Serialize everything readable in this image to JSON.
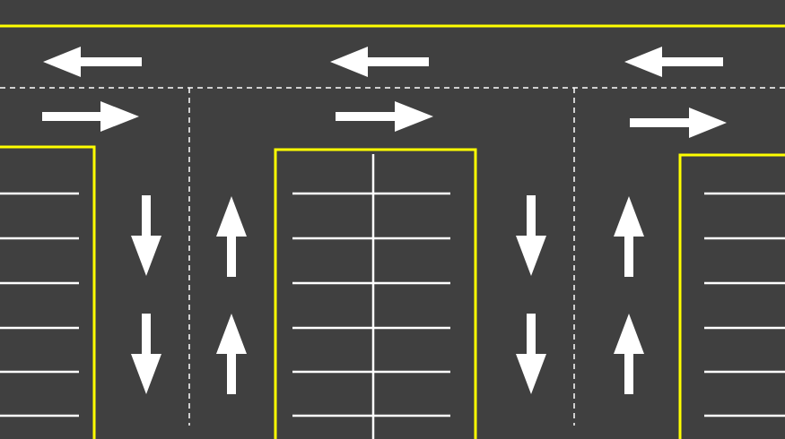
{
  "scene": {
    "surface_color": "#404040",
    "curb_line_color": "#FFFF00",
    "marking_color": "#FFFFFF"
  },
  "road": {
    "direction_arrows": [
      {
        "name": "west-arrow-icon",
        "direction": "left"
      },
      {
        "name": "west-arrow-icon",
        "direction": "left"
      },
      {
        "name": "west-arrow-icon",
        "direction": "left"
      },
      {
        "name": "east-arrow-icon",
        "direction": "right"
      },
      {
        "name": "east-arrow-icon",
        "direction": "right"
      },
      {
        "name": "east-arrow-icon",
        "direction": "right"
      }
    ]
  },
  "aisles": [
    {
      "name": "aisle-left",
      "arrows": [
        "down",
        "down",
        "up",
        "up"
      ]
    },
    {
      "name": "aisle-right",
      "arrows": [
        "down",
        "down",
        "up",
        "up"
      ]
    }
  ],
  "parking_rows": [
    {
      "name": "parking-row-left",
      "stall_lines": 6
    },
    {
      "name": "parking-row-center",
      "stall_lines": 6,
      "double_sided": true
    },
    {
      "name": "parking-row-right",
      "stall_lines": 6
    }
  ]
}
